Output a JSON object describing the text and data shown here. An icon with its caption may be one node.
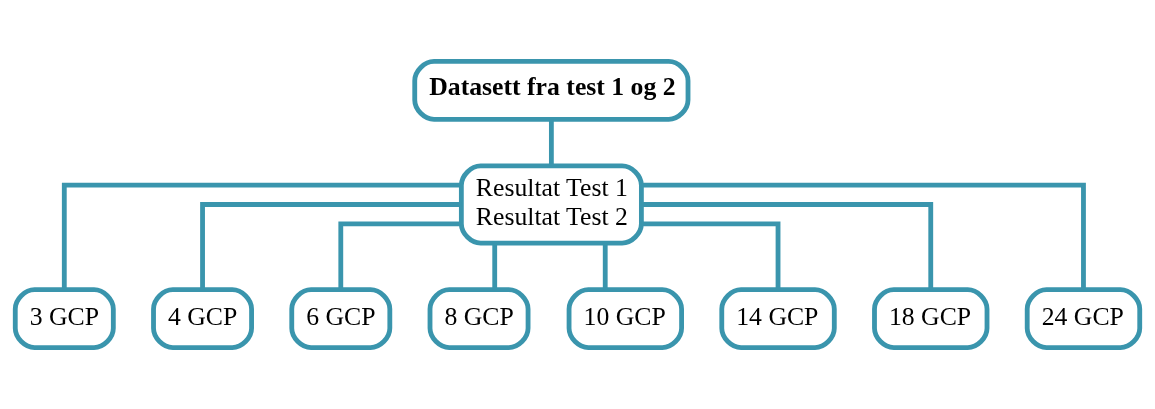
{
  "diagram": {
    "nodes": [
      {
        "text": [
          "Datasett fra test 1 og 2"
        ]
      },
      {
        "text": [
          "Resultat Test 1",
          "Resultat Test 2"
        ]
      },
      {
        "text": [
          "3 GCP"
        ]
      },
      {
        "text": [
          "4 GCP"
        ]
      },
      {
        "text": [
          "6 GCP"
        ]
      },
      {
        "text": [
          "8 GCP"
        ]
      },
      {
        "text": [
          "10 GCP"
        ]
      },
      {
        "text": [
          "14 GCP"
        ]
      },
      {
        "text": [
          "18 GCP"
        ]
      },
      {
        "text": [
          "24 GCP"
        ]
      }
    ],
    "edges": [
      {
        "from": 0,
        "to": 1,
        "arrow": "none"
      },
      {
        "from": 1,
        "to": 2,
        "arrow": "none"
      },
      {
        "from": 1,
        "to": 3,
        "arrow": "none"
      },
      {
        "from": 1,
        "to": 4,
        "arrow": "none"
      },
      {
        "from": 1,
        "to": 5,
        "arrow": "none"
      },
      {
        "from": 1,
        "to": 6,
        "arrow": "none"
      },
      {
        "from": 1,
        "to": 7,
        "arrow": "none"
      },
      {
        "from": 1,
        "to": 8,
        "arrow": "none"
      },
      {
        "from": 1,
        "to": 9,
        "arrow": "none"
      }
    ]
  }
}
